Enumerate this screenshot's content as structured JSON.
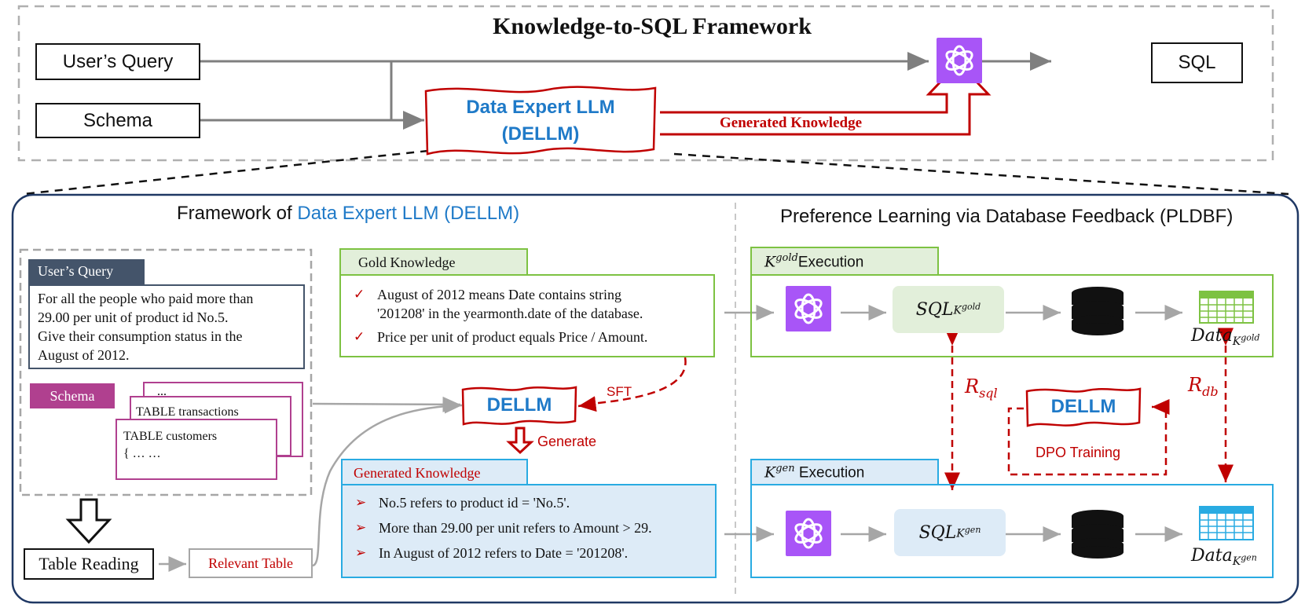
{
  "top": {
    "title": "Knowledge-to-SQL Framework",
    "users_query": "User’s Query",
    "schema": "Schema",
    "dellm_line1": "Data Expert LLM",
    "dellm_line2": "(DELLM)",
    "generated_knowledge": "Generated Knowledge",
    "sql": "SQL",
    "llm_icon": "openai-logo-icon"
  },
  "left_panel": {
    "title_prefix": "Framework of ",
    "title_highlight": "Data Expert LLM (DELLM)",
    "users_query_tab": "User’s Query",
    "query_lines": [
      "For all the people who paid more than",
      "29.00 per unit of product id No.5.",
      "Give their consumption status in the",
      "August of 2012."
    ],
    "schema_tab": "Schema",
    "schema_cards": [
      "...",
      "TABLE transactions",
      "TABLE customers"
    ],
    "schema_card_body": "{ … …",
    "table_reading": "Table Reading",
    "relevant_table": "Relevant Table",
    "gold_knowledge_tab": "Gold Knowledge",
    "gold_items": [
      "August of 2012 means Date contains string",
      "'201208' in the yearmonth.date of the database.",
      "Price per unit of product equals Price / Amount."
    ],
    "dellm": "DELLM",
    "sft": "SFT",
    "generate": "Generate",
    "generated_knowledge_tab": "Generated Knowledge",
    "generated_items": [
      "No.5 refers to product id = 'No.5'.",
      "More than 29.00 per unit refers to Amount > 29.",
      "In August of 2012 refers to Date = '201208'."
    ],
    "check_icon": "check-mark-icon",
    "arrow_bullet_icon": "arrow-bullet-icon"
  },
  "right_panel": {
    "title": "Preference Learning via Database Feedback (PLDBF)",
    "gold_exec_k": "K",
    "gold_exec_sup": "gold",
    "gold_exec_label": "Execution",
    "gen_exec_k": "K",
    "gen_exec_sup": "gen",
    "gen_exec_label": "Execution",
    "sql_gold_base": "SQL",
    "sql_gold_sub_k": "K",
    "sql_gold_sub_sup": "gold",
    "sql_gen_base": "SQL",
    "sql_gen_sub_k": "K",
    "sql_gen_sub_sup": "gen",
    "data_gold_base": "Data",
    "data_gold_sub_k": "K",
    "data_gold_sub_sup": "gold",
    "data_gen_base": "Data",
    "data_gen_sub_k": "K",
    "data_gen_sub_sup": "gen",
    "r_sql_base": "R",
    "r_sql_sub": "sql",
    "r_db_base": "R",
    "r_db_sub": "db",
    "dellm": "DELLM",
    "dpo_training": "DPO Training",
    "database_icon": "database-icon",
    "table_icon": "table-grid-icon",
    "colors": {
      "gold_green": "#7dc242",
      "gen_blue": "#29abe2",
      "accent_red": "#c00000",
      "dellm_blue": "#1f7ac8",
      "llm_purple": "#a855f7"
    }
  }
}
